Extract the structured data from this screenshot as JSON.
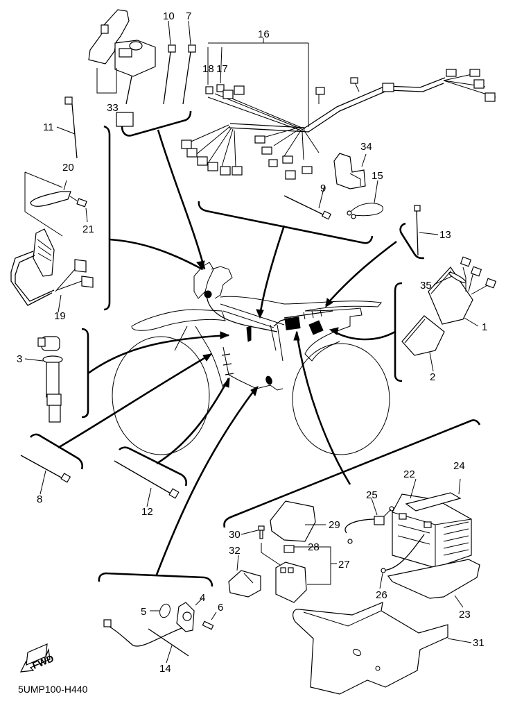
{
  "diagram": {
    "title_code": "5UMP100-H440",
    "fwd_label": "FWD",
    "callouts": {
      "c1": "1",
      "c2": "2",
      "c3": "3",
      "c4": "4",
      "c5": "5",
      "c6": "6",
      "c7": "7",
      "c8": "8",
      "c9": "9",
      "c10": "10",
      "c11": "11",
      "c12": "12",
      "c13": "13",
      "c14": "14",
      "c15": "15",
      "c16": "16",
      "c17": "17",
      "c18": "18",
      "c19": "19",
      "c20": "20",
      "c21": "21",
      "c22": "22",
      "c23": "23",
      "c24": "24",
      "c25": "25",
      "c26": "26",
      "c27": "27",
      "c28": "28",
      "c29": "29",
      "c30": "30",
      "c31": "31",
      "c32": "32",
      "c33": "33",
      "c34": "34",
      "c35": "35"
    },
    "parts": [
      {
        "ref": "1",
        "name": "ecu"
      },
      {
        "ref": "2",
        "name": "ecu-cover"
      },
      {
        "ref": "3",
        "name": "ignition-coil"
      },
      {
        "ref": "4",
        "name": "sensor"
      },
      {
        "ref": "5",
        "name": "o-ring"
      },
      {
        "ref": "6",
        "name": "screw"
      },
      {
        "ref": "7",
        "name": "cable-tie"
      },
      {
        "ref": "8",
        "name": "cable-tie"
      },
      {
        "ref": "9",
        "name": "cable-tie"
      },
      {
        "ref": "10",
        "name": "cable-tie"
      },
      {
        "ref": "11",
        "name": "cable-tie"
      },
      {
        "ref": "12",
        "name": "cable-tie"
      },
      {
        "ref": "13",
        "name": "cable-tie"
      },
      {
        "ref": "14",
        "name": "cable-tie"
      },
      {
        "ref": "15",
        "name": "lead-wire"
      },
      {
        "ref": "16",
        "name": "wire-harness"
      },
      {
        "ref": "17",
        "name": "connector"
      },
      {
        "ref": "18",
        "name": "connector"
      },
      {
        "ref": "19",
        "name": "rectifier-regulator"
      },
      {
        "ref": "20",
        "name": "bracket"
      },
      {
        "ref": "21",
        "name": "bolt"
      },
      {
        "ref": "22",
        "name": "battery"
      },
      {
        "ref": "23",
        "name": "battery-pad"
      },
      {
        "ref": "24",
        "name": "battery-band"
      },
      {
        "ref": "25",
        "name": "battery-lead"
      },
      {
        "ref": "26",
        "name": "ground-lead"
      },
      {
        "ref": "27",
        "name": "starter-relay"
      },
      {
        "ref": "28",
        "name": "fuse"
      },
      {
        "ref": "29",
        "name": "relay-cover"
      },
      {
        "ref": "30",
        "name": "bolt"
      },
      {
        "ref": "31",
        "name": "battery-box"
      },
      {
        "ref": "32",
        "name": "relay"
      },
      {
        "ref": "33",
        "name": "tilt-sensor"
      },
      {
        "ref": "34",
        "name": "coupler-cover"
      },
      {
        "ref": "35",
        "name": "seal"
      }
    ]
  }
}
